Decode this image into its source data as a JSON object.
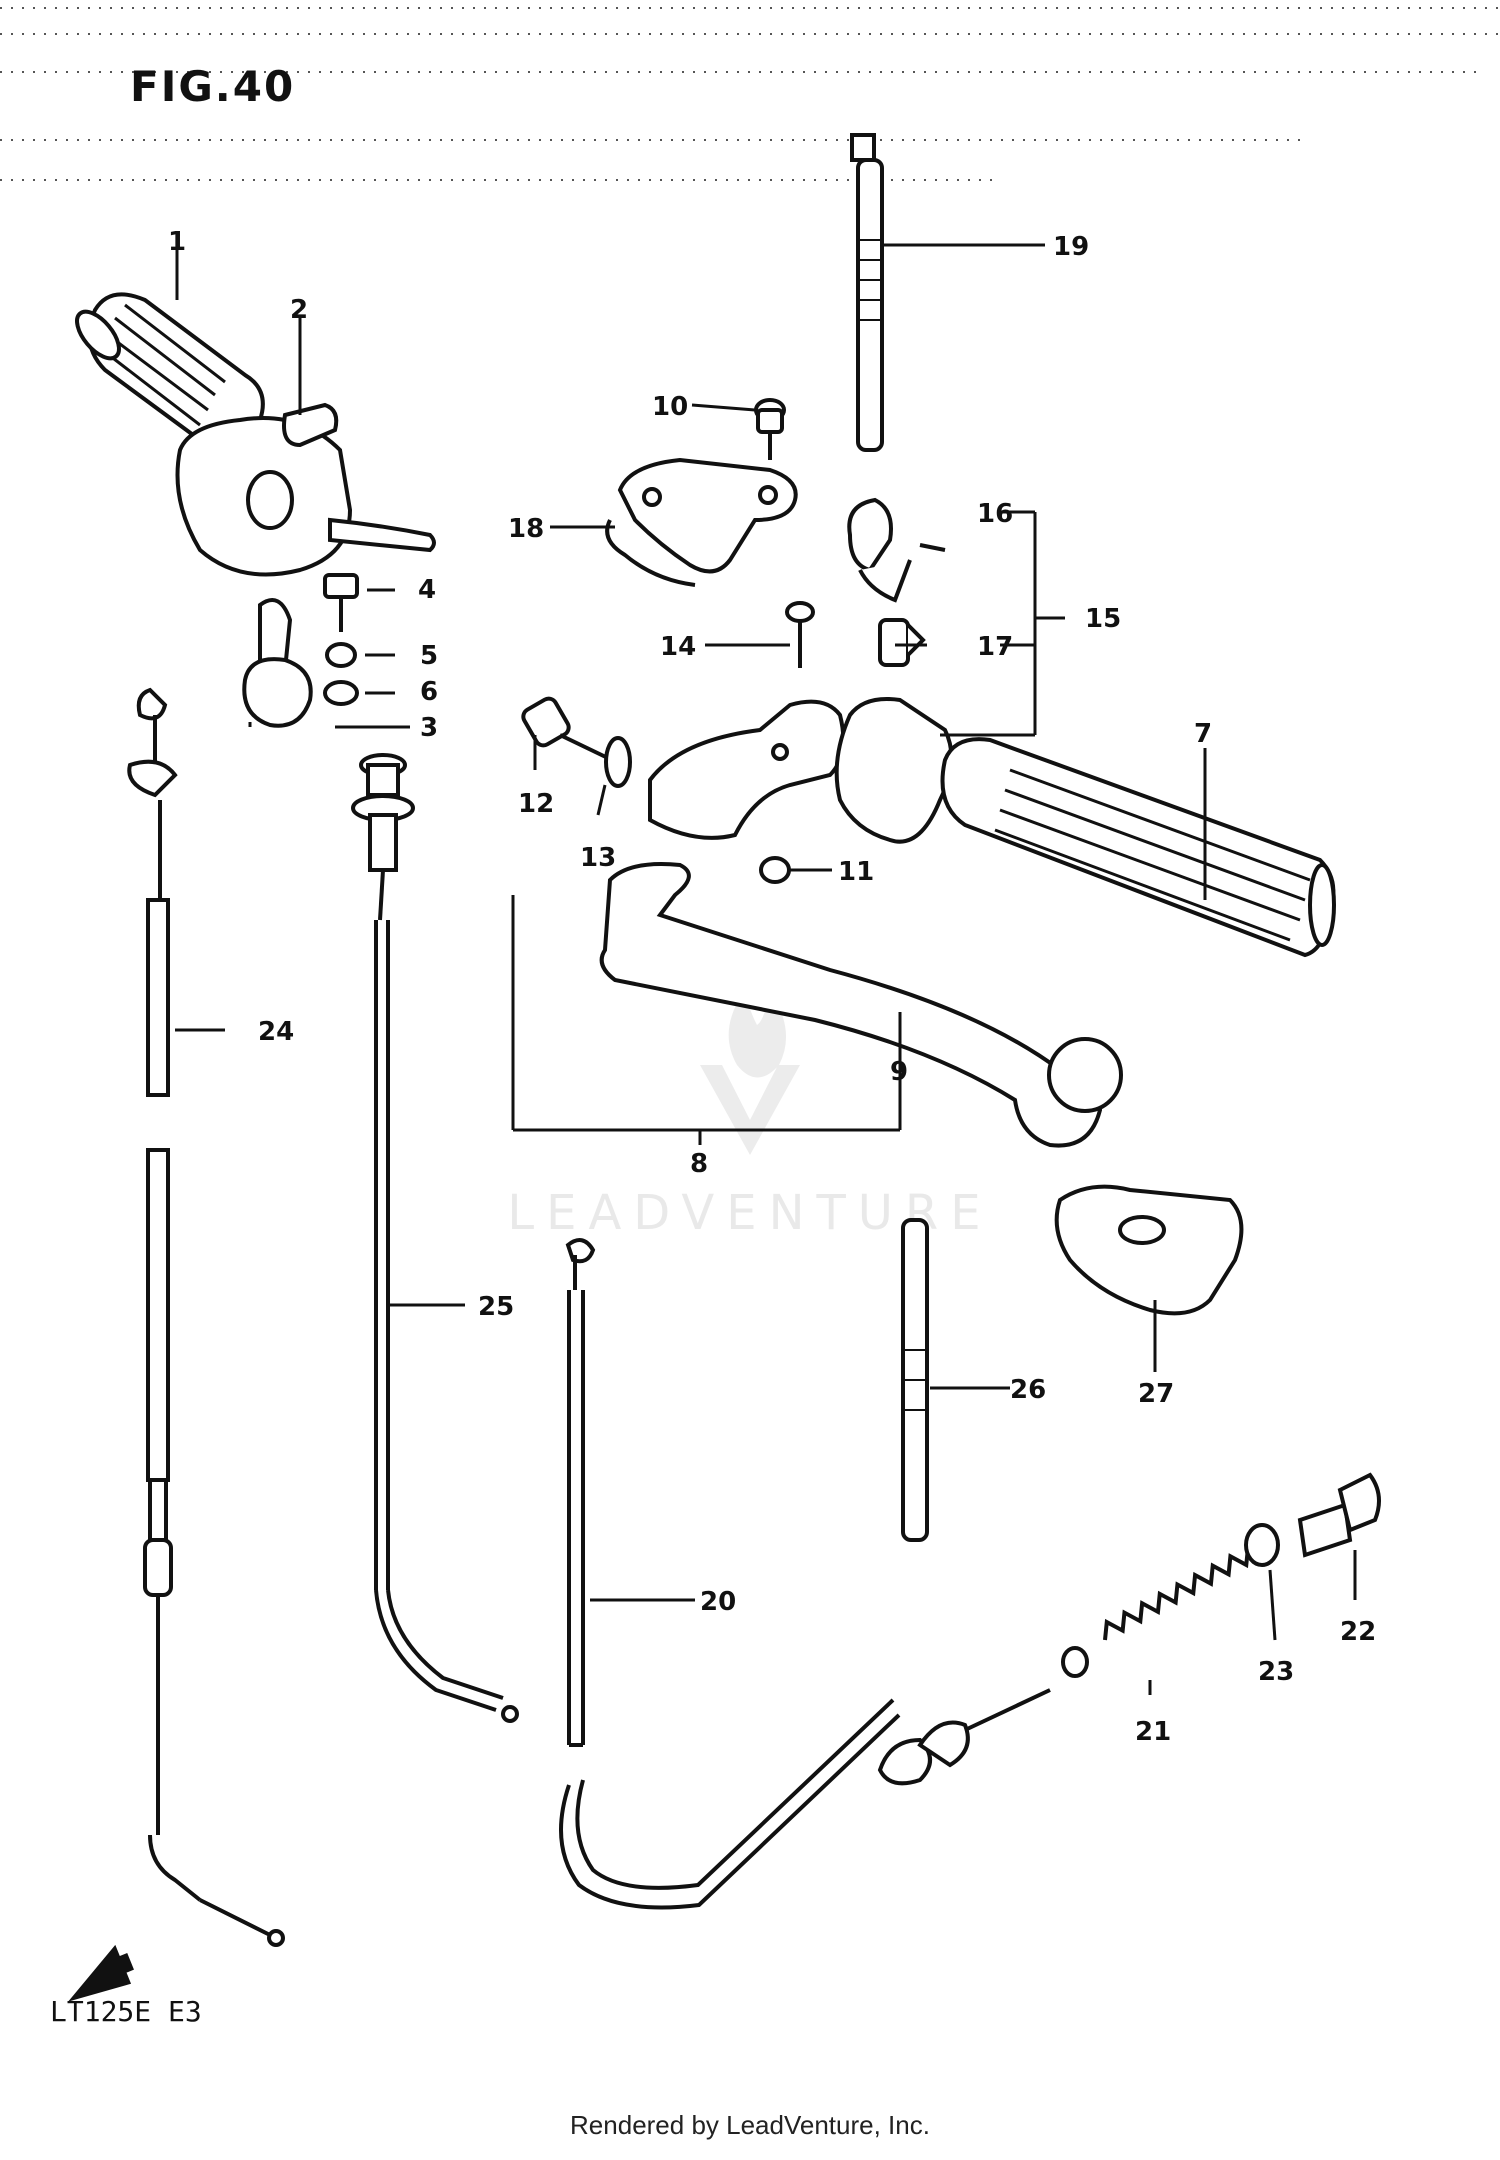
{
  "figure": {
    "title": "FIG.40",
    "model": "LT125E E3",
    "footer": "Rendered by LeadVenture, Inc.",
    "watermark": "LEADVENTURE"
  },
  "callouts": [
    "1",
    "2",
    "3",
    "4",
    "5",
    "6",
    "7",
    "8",
    "9",
    "10",
    "11",
    "12",
    "13",
    "14",
    "15",
    "16",
    "17",
    "18",
    "19",
    "20",
    "21",
    "22",
    "23",
    "24",
    "25",
    "26",
    "27"
  ],
  "colors": {
    "ink": "#111111",
    "paper": "#ffffff",
    "watermark": "#e9e9e9"
  },
  "icons": [
    "front-direction-arrow-icon",
    "leadventure-logo-icon"
  ]
}
